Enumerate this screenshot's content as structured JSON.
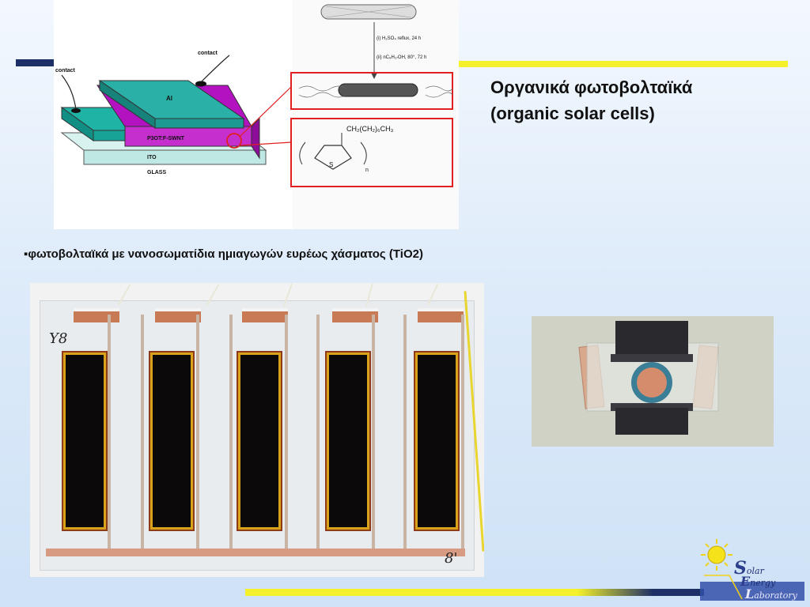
{
  "slide": {
    "title_line1": "Οργανικά φωτοβολταϊκά",
    "title_line2": "(organic solar cells)",
    "bullet_marker": "▪",
    "bullet_text": "φωτοβολταϊκά με νανοσωματίδια ημιαγωγών ευρέως χάσματος (TiO2)"
  },
  "diagram": {
    "label_contact_left": "contact",
    "label_contact_top": "contact",
    "label_al": "Al",
    "label_active": "P3OT:F-SWNT",
    "label_ito": "ITO",
    "label_glass": "GLASS",
    "step1": "(i) H₂SO₄ reflux, 24 h",
    "step2": "(ii) nC₈H₁₇OH, 80°, 72 h",
    "formula": "CH₂(CH₂)₆CH₃",
    "ring_atom": "S",
    "subscript_n": "n"
  },
  "module_photo": {
    "mark_top": "Y8",
    "mark_bottom": "8'"
  },
  "logo": {
    "s": "S",
    "s_rest": "olar",
    "e": "E",
    "e_rest": "nergy",
    "l": "L",
    "l_rest": "aboratory"
  }
}
